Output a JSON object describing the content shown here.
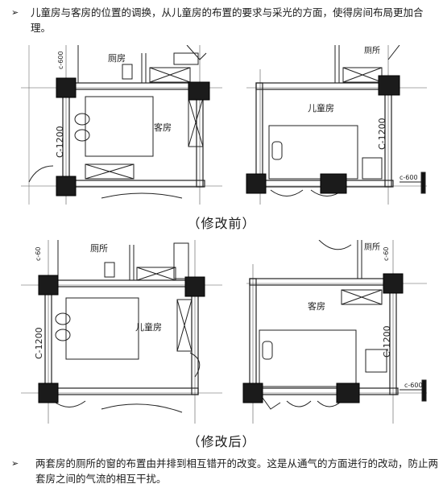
{
  "top_note": {
    "bullet": "➢",
    "text": "儿童房与客房的位置的调换，从儿童房的布置的要求与采光的方面，使得房间布局更加合理。"
  },
  "before": {
    "caption": "（修改前）",
    "left": {
      "toilet": "厕房",
      "room": "客房",
      "dim_top": "c-600",
      "dim_side": "C-1200"
    },
    "right": {
      "toilet": "厕所",
      "room": "儿童房",
      "dim_side": "C-1200",
      "dim_bottom": "c-600"
    }
  },
  "after": {
    "caption": "（修改后）",
    "left": {
      "toilet": "厕所",
      "room": "儿童房",
      "dim_top": "c-60",
      "dim_side": "C-1200"
    },
    "right": {
      "toilet": "厕所",
      "room": "客房",
      "dim_top": "c-60",
      "dim_side": "C-1200",
      "dim_bottom": "c-600"
    }
  },
  "bottom_note": {
    "bullet": "➢",
    "text": "两套房的厕所的窗的布置由并排到相互错开的改变。这是从通气的方面进行的改动，防止两套房之间的气流的相互干扰。"
  }
}
